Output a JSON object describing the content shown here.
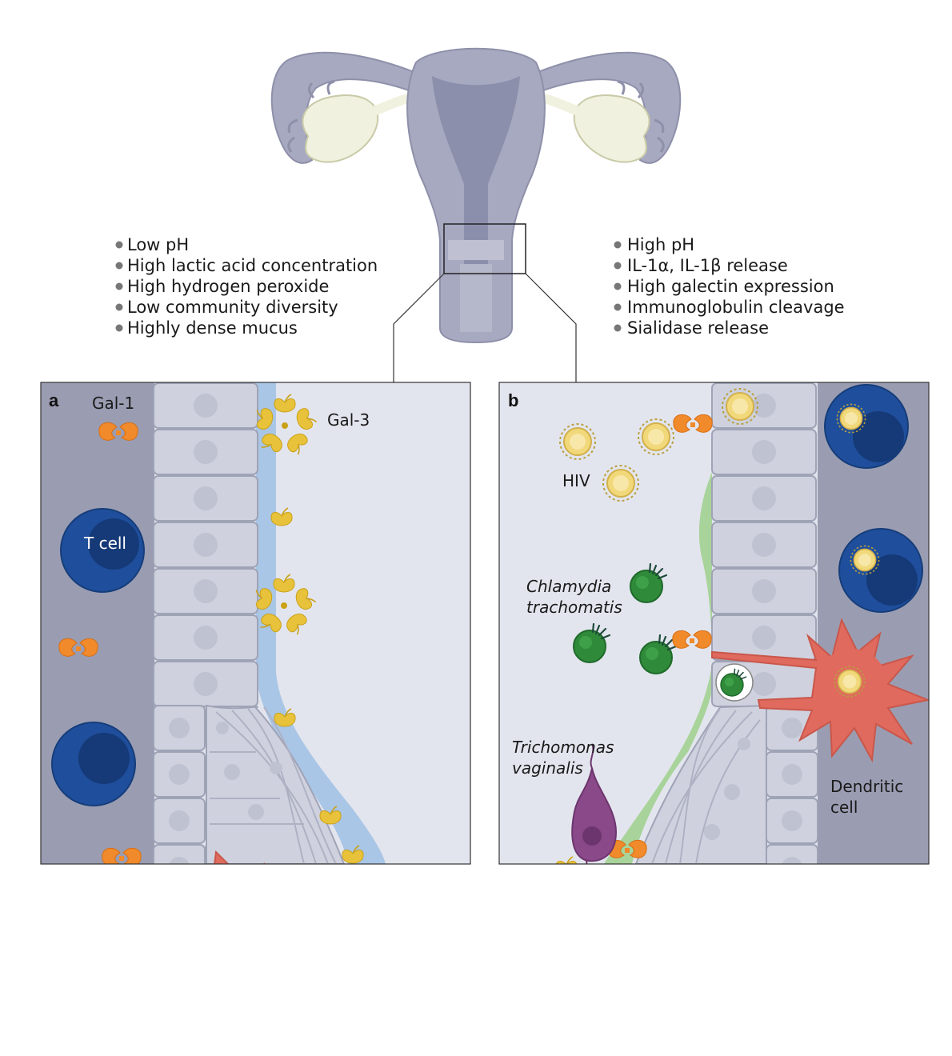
{
  "colors": {
    "tissue": "#9a9db2",
    "lumen": "#e3e5ee",
    "cell_fill": "#cfd2de",
    "cell_stroke": "#9fa3b6",
    "cell_nucleus": "#bfc2d0",
    "mucus_blue": "#a9c6e6",
    "biofilm_green": "#a8d39a",
    "gal1_orange": "#f08a2a",
    "gal3_yellow": "#e8c23a",
    "t_cell_blue": "#1f4f9c",
    "dendritic_red": "#e06a5e",
    "chlamydia_green": "#2f8a3a",
    "trichomonas_purple": "#8a4a8a",
    "hiv_yellow": "#f1d87a"
  },
  "left_conditions": [
    "Low pH",
    "High lactic acid concentration",
    "High hydrogen peroxide",
    "Low community diversity",
    "Highly dense mucus"
  ],
  "right_conditions": [
    "High pH",
    "IL-1α, IL-1β release",
    "High galectin expression",
    "Immunoglobulin cleavage",
    "Sialidase release"
  ],
  "panel_a": {
    "letter": "a",
    "gal1_label": "Gal-1",
    "gal3_label": "Gal-3",
    "t_cell_label": "T cell"
  },
  "panel_b": {
    "letter": "b",
    "hiv_label": "HIV",
    "chlamydia_label": [
      "Chlamydia",
      "trachomatis"
    ],
    "trichomonas_label": [
      "Trichomonas",
      "vaginalis"
    ],
    "dendritic_label": [
      "Dendritic",
      "cell"
    ]
  },
  "icons": [
    "uterus-icon",
    "t-cell-icon",
    "dendritic-cell-icon",
    "galectin-1-icon",
    "galectin-3-icon",
    "hiv-virion-icon",
    "chlamydia-icon",
    "trichomonas-icon"
  ]
}
